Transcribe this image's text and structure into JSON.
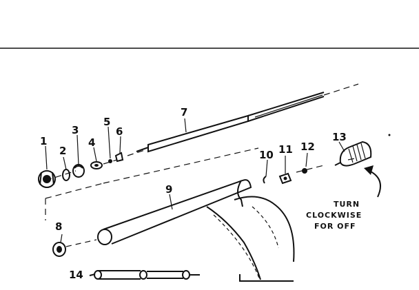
{
  "parts": [
    {
      "id": "part-1",
      "label": "1"
    },
    {
      "id": "part-2",
      "label": "2"
    },
    {
      "id": "part-3",
      "label": "3"
    },
    {
      "id": "part-4",
      "label": "4"
    },
    {
      "id": "part-5",
      "label": "5"
    },
    {
      "id": "part-6",
      "label": "6"
    },
    {
      "id": "part-7",
      "label": "7"
    },
    {
      "id": "part-8",
      "label": "8"
    },
    {
      "id": "part-9",
      "label": "9"
    },
    {
      "id": "part-10",
      "label": "10"
    },
    {
      "id": "part-11",
      "label": "11"
    },
    {
      "id": "part-12",
      "label": "12"
    },
    {
      "id": "part-13",
      "label": "13"
    },
    {
      "id": "part-14",
      "label": "14"
    }
  ],
  "note": {
    "line1": "TURN",
    "line2": "CLOCKWISE",
    "line3": "FOR OFF"
  }
}
